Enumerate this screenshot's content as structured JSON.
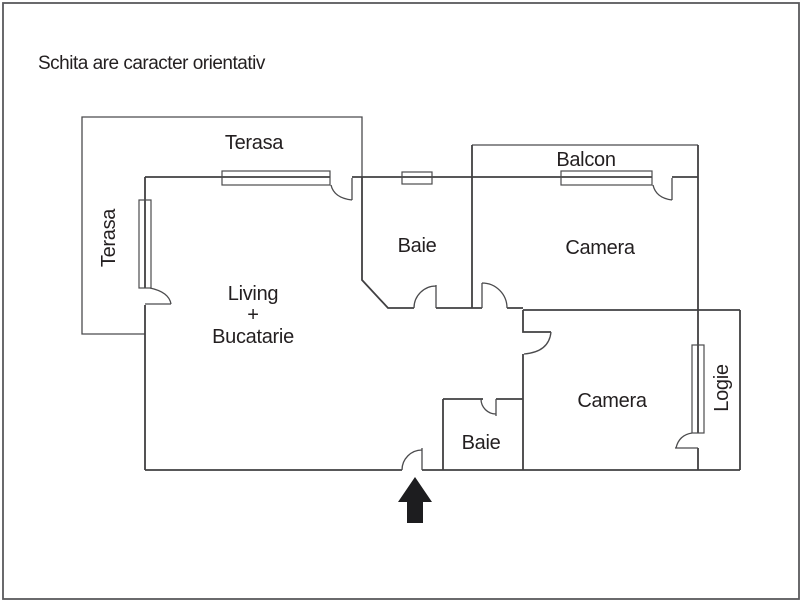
{
  "title": "Schita are caracter orientativ",
  "labels": {
    "terasa_top": "Terasa",
    "terasa_left": "Terasa",
    "balcon": "Balcon",
    "baie_top": "Baie",
    "camera_top": "Camera",
    "living_1": "Living",
    "living_2": "+",
    "living_3": "Bucatarie",
    "baie_bottom": "Baie",
    "camera_bottom": "Camera",
    "logie": "Logie"
  },
  "colors": {
    "background": "#ffffff",
    "wall": "#414042",
    "outline": "#4b4b4d",
    "border": "#59595c",
    "text": "#231f20",
    "arrow": "#1d1d1f"
  },
  "icons": {
    "entrance_arrow": "up-arrow"
  }
}
